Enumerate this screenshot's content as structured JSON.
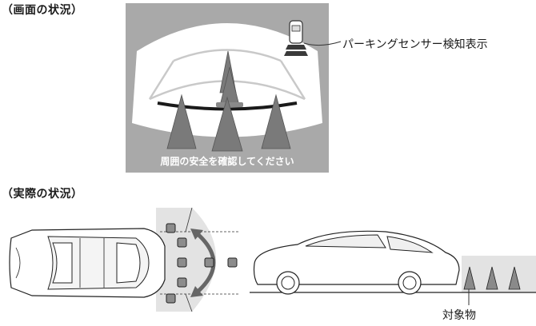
{
  "screen_section": {
    "heading": "（画面の状況）",
    "caption": "周囲の安全を確認してください",
    "sensor_label": "パーキングセンサー検知表示"
  },
  "real_section": {
    "heading": "（実際の状況）",
    "object_label": "対象物"
  },
  "colors": {
    "screen_gray": "#a9a9a9",
    "cone_dark": "#7a7a7a",
    "cone_light": "#ececec",
    "guide_black": "#1a1a1a",
    "sensor_dark": "#3a3a3a"
  }
}
